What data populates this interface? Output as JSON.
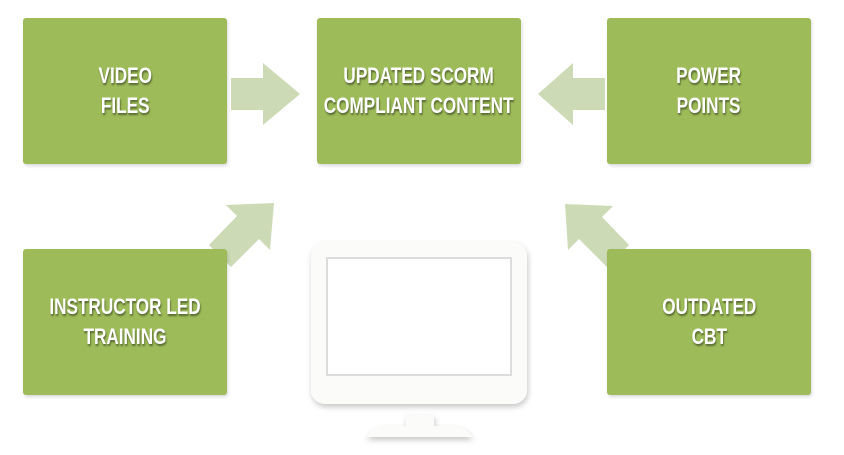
{
  "boxes": {
    "video": {
      "line1": "VIDEO",
      "line2": "FILES"
    },
    "scorm": {
      "line1": "UPDATED SCORM",
      "line2": "COMPLIANT CONTENT"
    },
    "powerpoints": {
      "line1": "POWER",
      "line2": "POINTS"
    },
    "ilt": {
      "line1": "INSTRUCTOR LED",
      "line2": "TRAINING"
    },
    "cbt": {
      "line1": "OUTDATED",
      "line2": "CBT"
    }
  },
  "colors": {
    "box": "#9dbb59",
    "arrow": "#ccdbb5",
    "monitor": "#fbfbfa"
  }
}
